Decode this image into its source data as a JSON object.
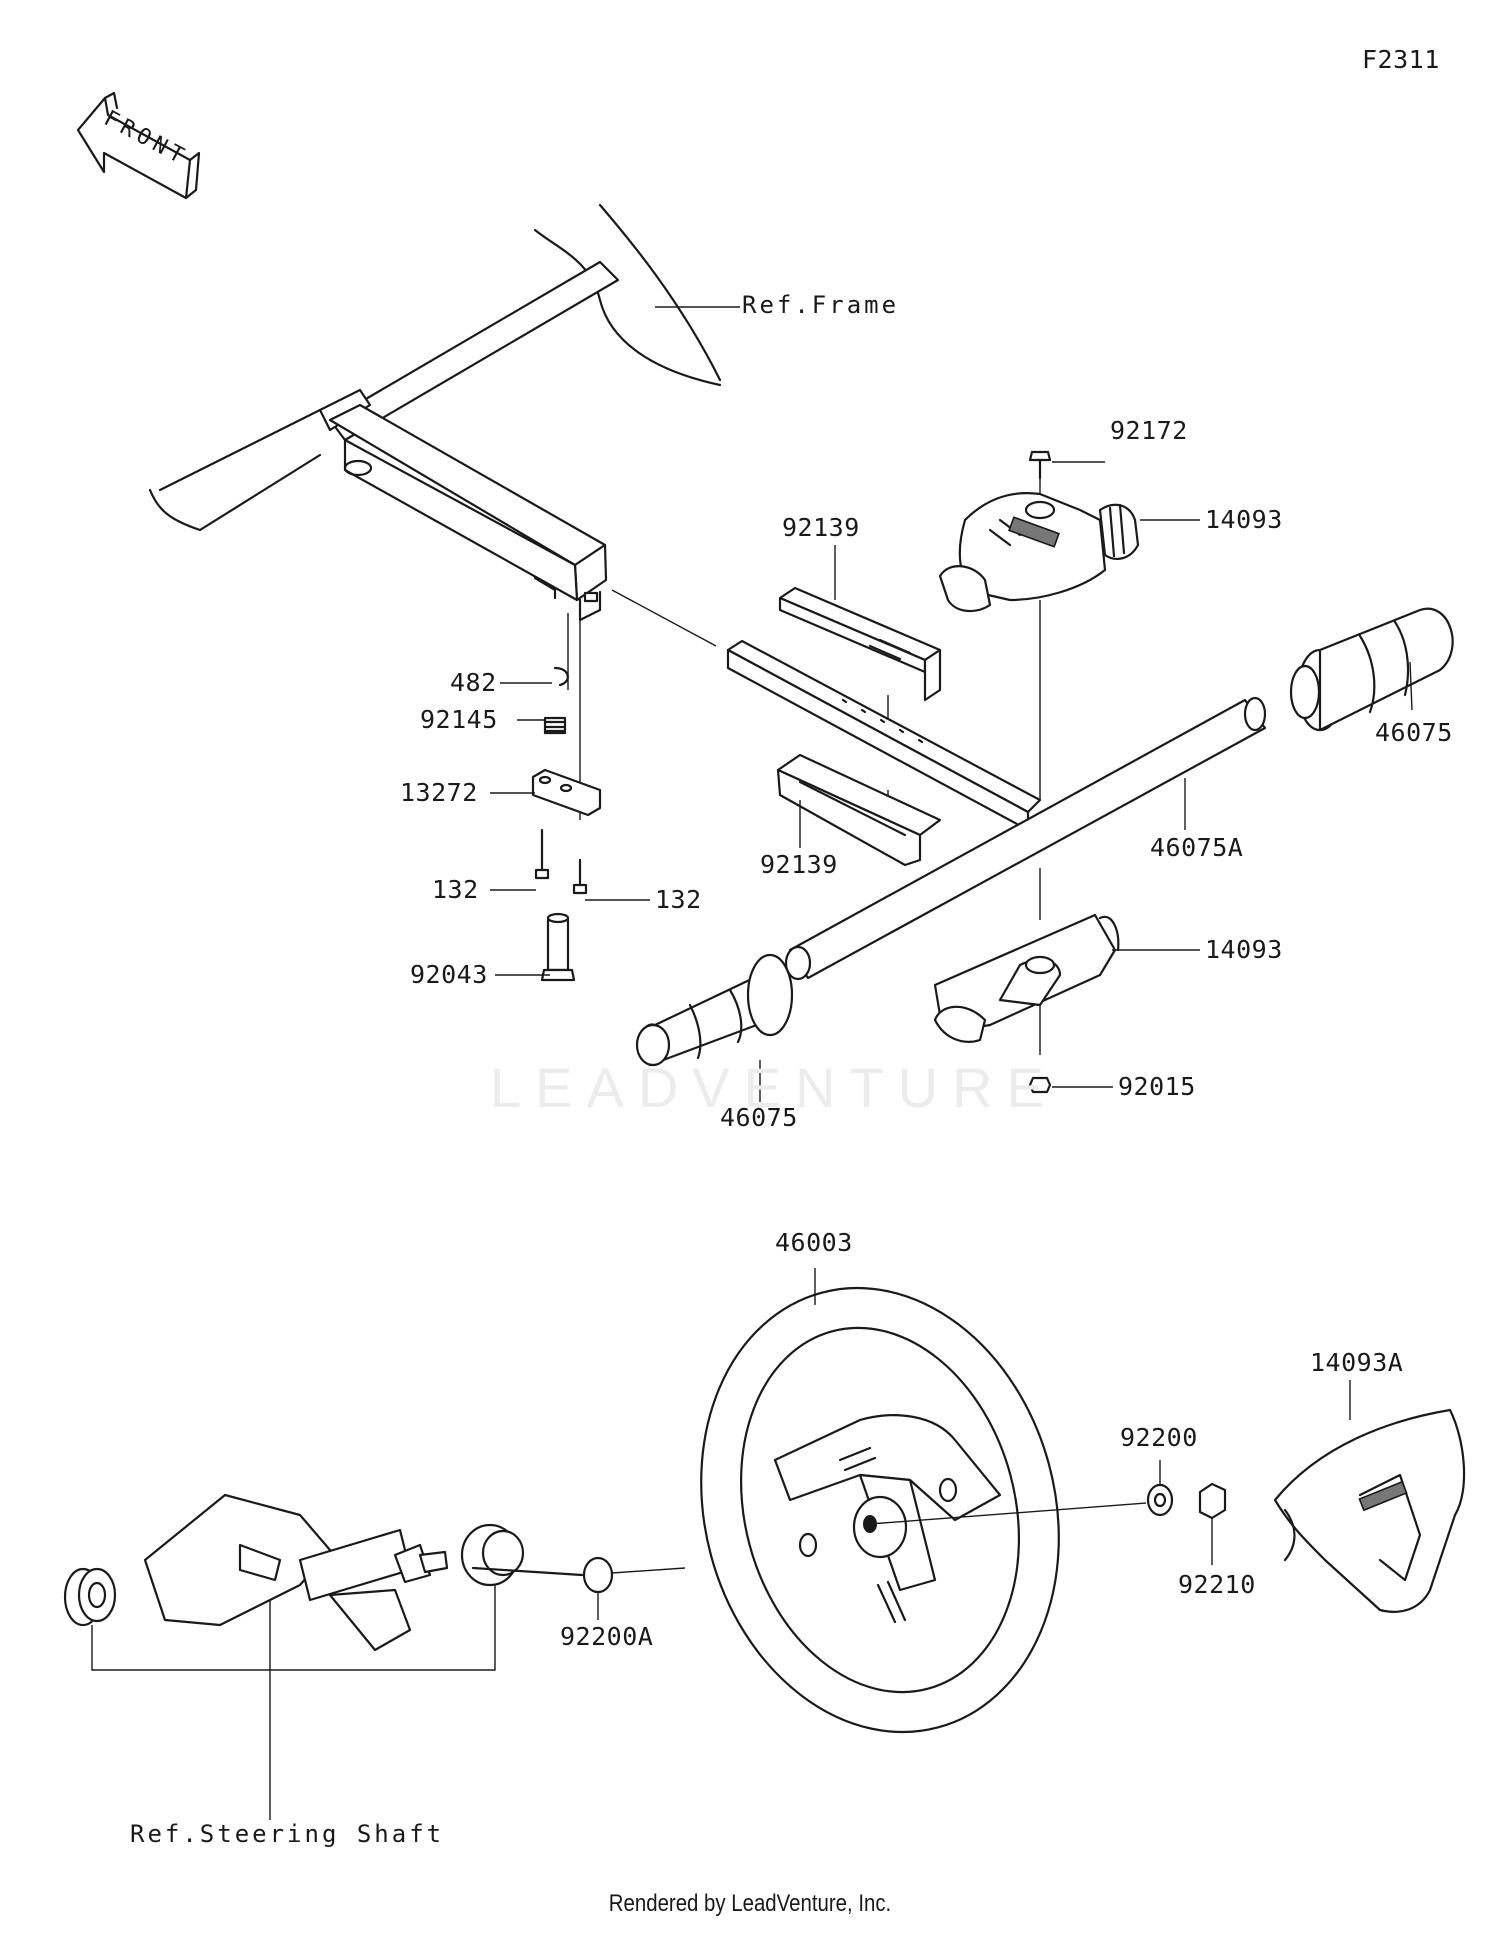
{
  "diagram": {
    "code": "F2311",
    "front_label": "FRONT",
    "refs": {
      "frame": "Ref.Frame",
      "steering_shaft": "Ref.Steering Shaft"
    },
    "parts": [
      {
        "id": "p92172",
        "number": "92172"
      },
      {
        "id": "p14093_top",
        "number": "14093"
      },
      {
        "id": "p92139_top",
        "number": "92139"
      },
      {
        "id": "p46075_right",
        "number": "46075"
      },
      {
        "id": "p482",
        "number": "482"
      },
      {
        "id": "p92145",
        "number": "92145"
      },
      {
        "id": "p13272",
        "number": "13272"
      },
      {
        "id": "p46075A",
        "number": "46075A"
      },
      {
        "id": "p92139_bottom",
        "number": "92139"
      },
      {
        "id": "p132_left",
        "number": "132"
      },
      {
        "id": "p132_right",
        "number": "132"
      },
      {
        "id": "p92043",
        "number": "92043"
      },
      {
        "id": "p14093_bottom",
        "number": "14093"
      },
      {
        "id": "p92015",
        "number": "92015"
      },
      {
        "id": "p46075_left",
        "number": "46075"
      },
      {
        "id": "p46003",
        "number": "46003"
      },
      {
        "id": "p14093A",
        "number": "14093A"
      },
      {
        "id": "p92200",
        "number": "92200"
      },
      {
        "id": "p92210",
        "number": "92210"
      },
      {
        "id": "p92200A",
        "number": "92200A"
      }
    ],
    "watermark": "LEADVENTURE",
    "footer": "Rendered by LeadVenture, Inc."
  }
}
